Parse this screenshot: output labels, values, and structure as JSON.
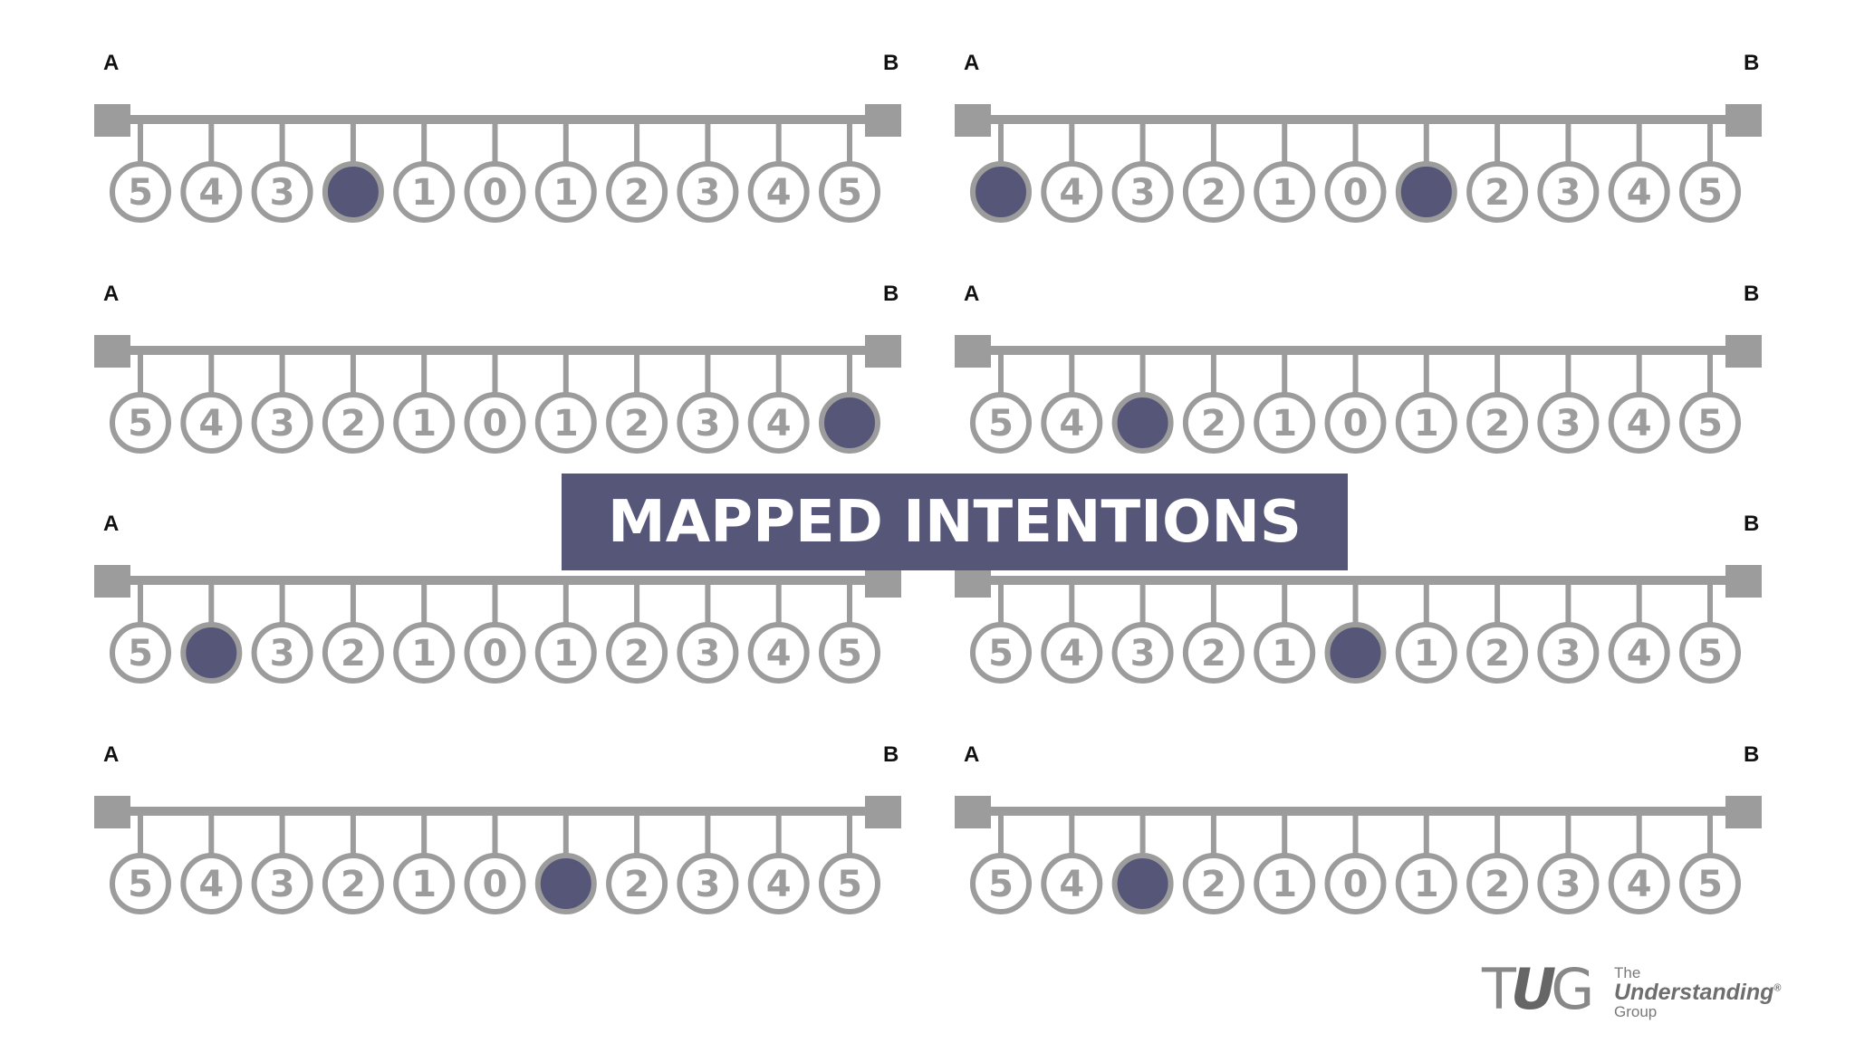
{
  "title": "MAPPED INTENTIONS",
  "endpoint_labels": {
    "left": "A",
    "right": "B"
  },
  "circle_labels": [
    "5",
    "4",
    "3",
    "2",
    "1",
    "0",
    "1",
    "2",
    "3",
    "4",
    "5"
  ],
  "colors": {
    "scale_gray": "#9c9c9c",
    "selected_fill": "#565679",
    "banner_bg": "#565679",
    "banner_text": "#ffffff"
  },
  "scales": [
    {
      "selected_positions": [
        3
      ]
    },
    {
      "selected_positions": [
        0,
        6
      ]
    },
    {
      "selected_positions": [
        10
      ]
    },
    {
      "selected_positions": [
        2
      ]
    },
    {
      "selected_positions": [
        1
      ]
    },
    {
      "selected_positions": [
        5
      ]
    },
    {
      "selected_positions": [
        6
      ]
    },
    {
      "selected_positions": [
        2
      ]
    }
  ],
  "logo": {
    "mark_left": "T",
    "mark_bold": "U",
    "mark_right": "G",
    "line1": "The",
    "line2": "Understanding",
    "registered": "®",
    "line3": "Group"
  }
}
